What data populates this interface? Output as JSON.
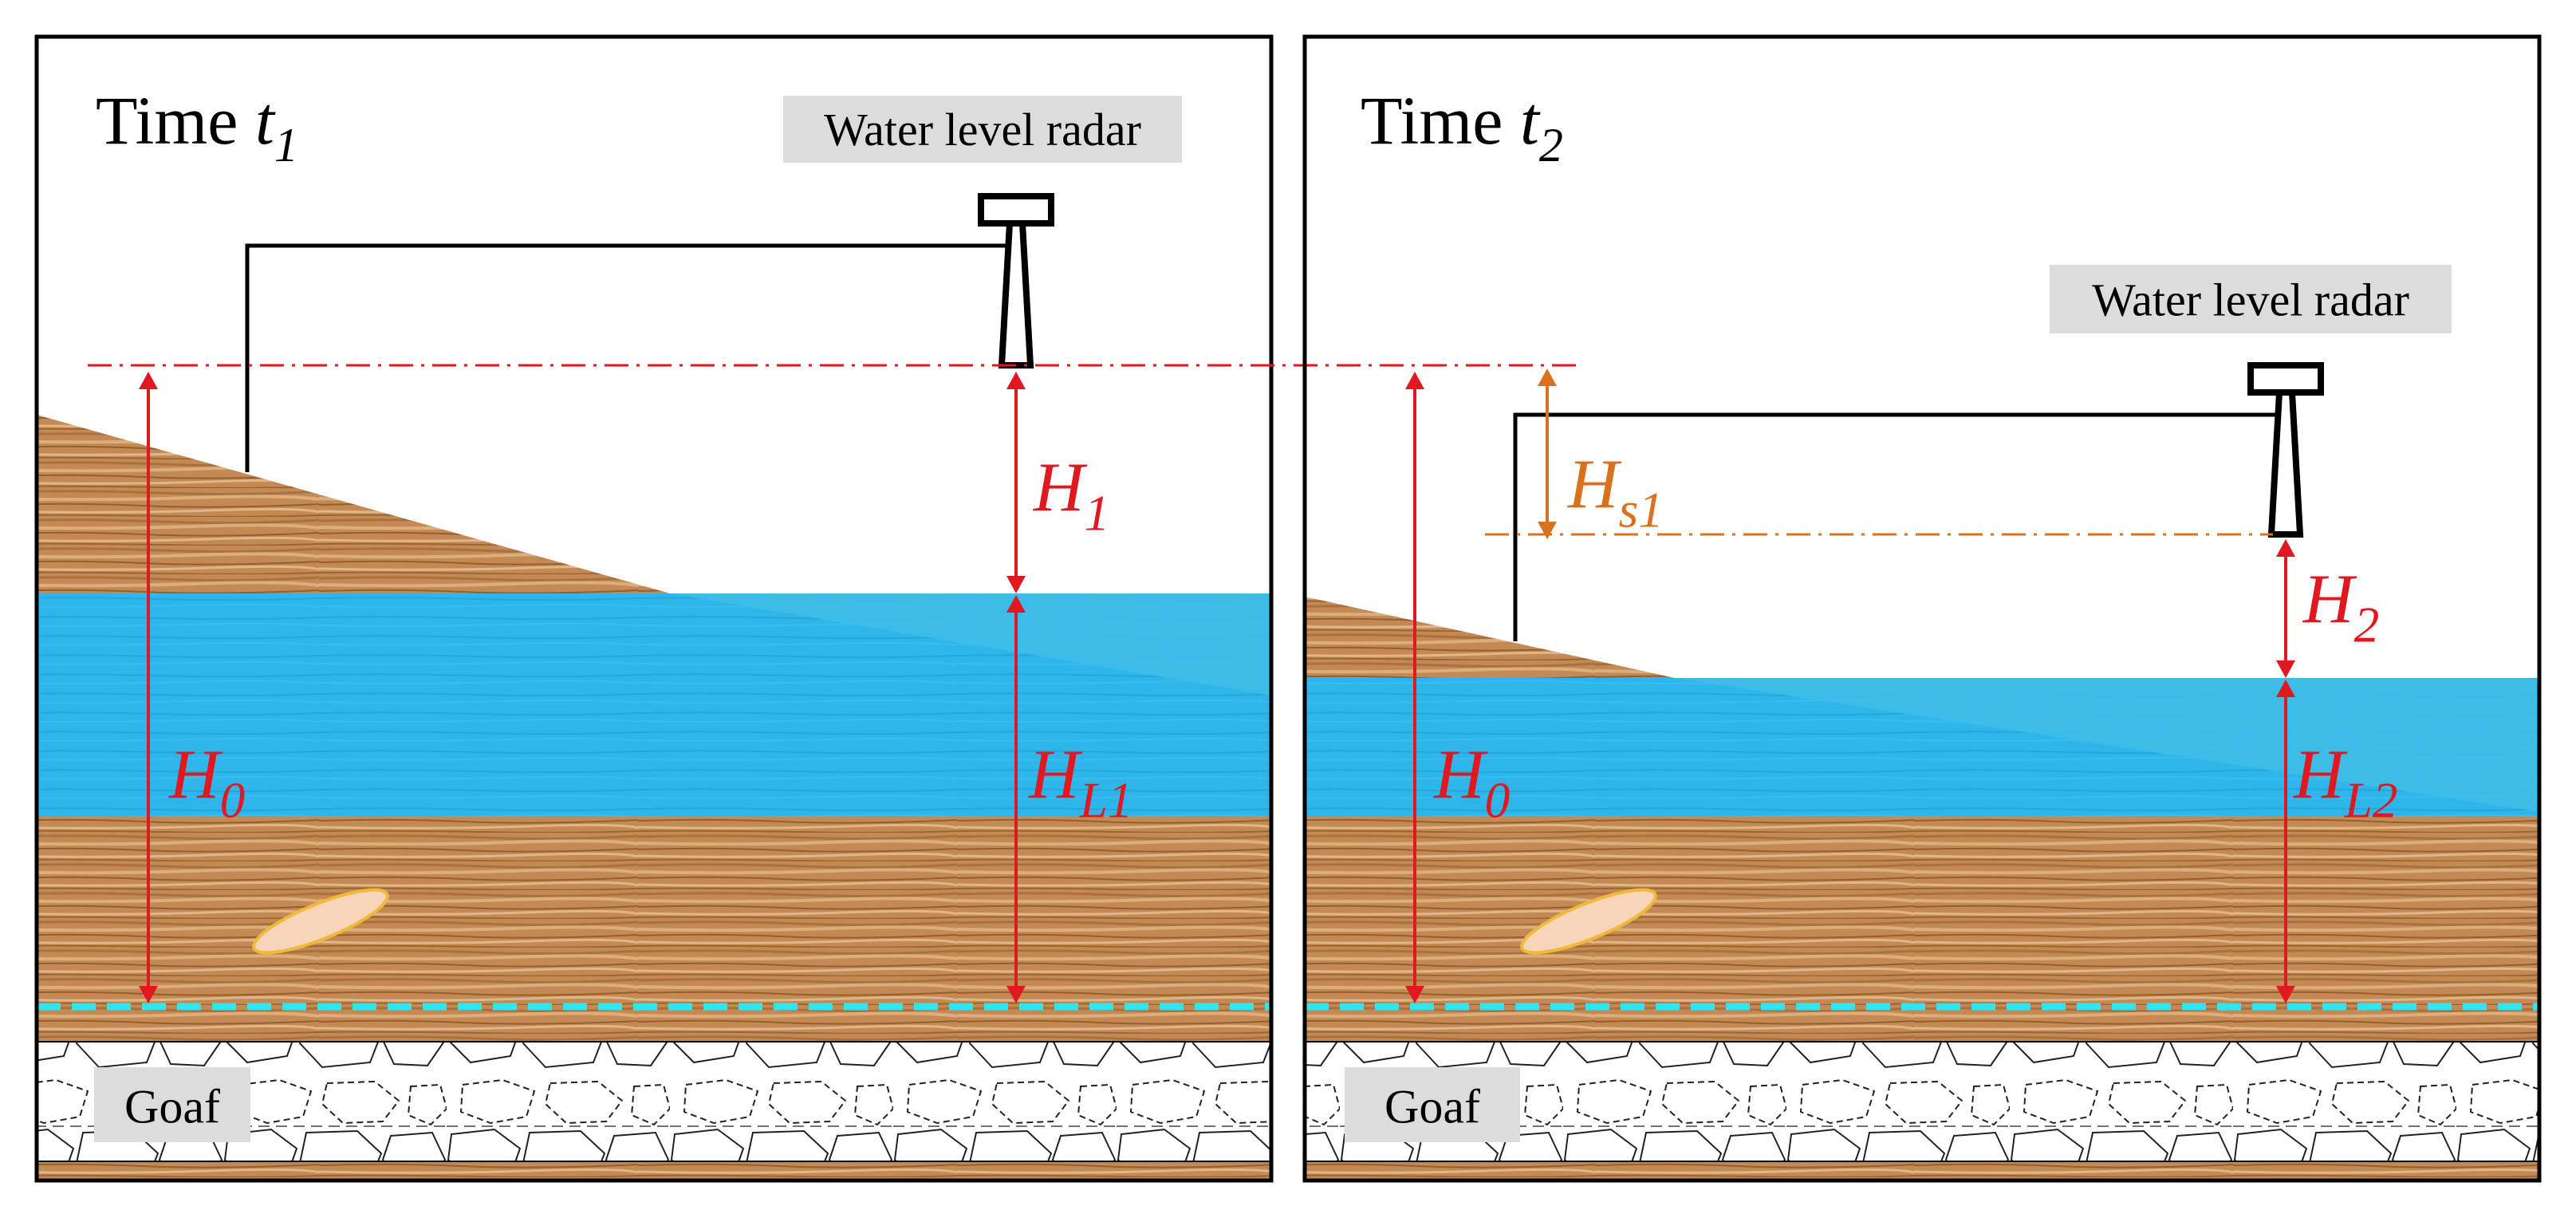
{
  "colors": {
    "background": "#ffffff",
    "water": "#2eb6ea",
    "water_dark": "#1e9fd4",
    "soil": "#c48a55",
    "soil_dark": "#8f5a2b",
    "soil_light": "#dcae7c",
    "dimension_red": "#e0181f",
    "subsidence_orange": "#d9711f",
    "seam_cyan": "#2ee6f0",
    "frame": "#000000",
    "label_box": "#dcdcdc",
    "lens_fill": "#f8d5b8",
    "lens_stroke": "#efb93a"
  },
  "panel_left": {
    "time_label": "Time",
    "time_symbol": "t",
    "time_sub": "1",
    "radar_label": "Water level radar",
    "dim_left": {
      "symbol": "H",
      "sub": "0"
    },
    "dim_upper": {
      "symbol": "H",
      "sub": "1"
    },
    "dim_lower": {
      "symbol": "H",
      "sub": "L1"
    },
    "goaf_label": "Goaf",
    "radar_icon": "radar-gauge-icon",
    "lens_icon": "lens-icon"
  },
  "panel_right": {
    "time_label": "Time",
    "time_symbol": "t",
    "time_sub": "2",
    "radar_label": "Water level radar",
    "dim_left": {
      "symbol": "H",
      "sub": "0"
    },
    "dim_subsidence": {
      "symbol": "H",
      "sub": "s1"
    },
    "dim_upper": {
      "symbol": "H",
      "sub": "2"
    },
    "dim_lower": {
      "symbol": "H",
      "sub": "L2"
    },
    "goaf_label": "Goaf",
    "radar_icon": "radar-gauge-icon",
    "lens_icon": "lens-icon"
  }
}
